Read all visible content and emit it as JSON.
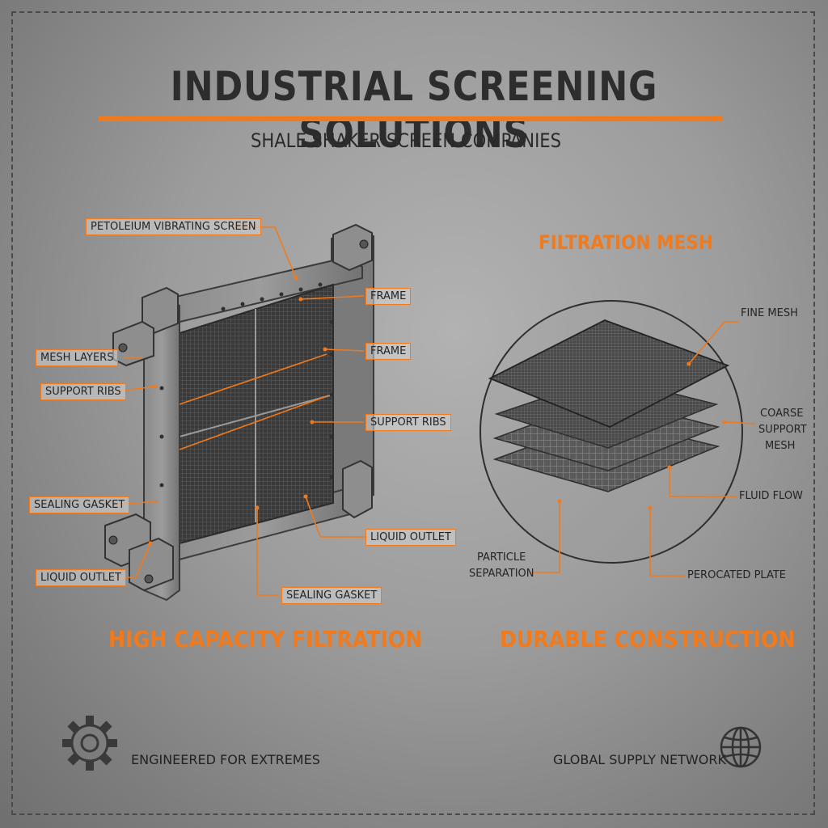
{
  "header": {
    "title": "INDUSTRIAL SCREENING SOLUTIONS",
    "subtitle": "SHALE SHAKER SCREEN COMPANIES"
  },
  "left_panel": {
    "labels": {
      "petroleum": "PETOLEIUM VIBRATING SCREEN",
      "frame_1": "FRAME",
      "frame_2": "FRAME",
      "mesh_layers": "MESH LAYERS",
      "support_ribs_left": "SUPPORT RIBS",
      "support_ribs_right": "SUPPORT RIBS",
      "sealing_gasket_left": "SEALING GASKET",
      "sealing_gasket_bottom": "SEALING GASKET",
      "liquid_outlet_left": "LIQUID OUTLET",
      "liquid_outlet_right": "LIQUID OUTLET"
    },
    "section_title": "HIGH CAPACITY FILTRATION"
  },
  "right_panel": {
    "title": "FILTRATION MESH",
    "labels": {
      "fine_mesh": "FINE MESH",
      "coarse_1": "COARSE",
      "coarse_2": "SUPPORT",
      "coarse_3": "MESH",
      "fluid_flow": "FLUID FLOW",
      "particle_1": "PARTICLE",
      "particle_2": "SEPARATION",
      "perforated": "PEROCATED PLATE"
    },
    "section_title": "DURABLE CONSTRUCTION"
  },
  "footer": {
    "left_text": "ENGINEERED FOR EXTREMES",
    "right_text": "GLOBAL SUPPLY NETWORK",
    "left_icon": "gear-icon",
    "right_icon": "globe-icon"
  },
  "colors": {
    "accent": "#f07a1c",
    "text": "#2d2d2d",
    "steel": "#6e6e6e"
  }
}
